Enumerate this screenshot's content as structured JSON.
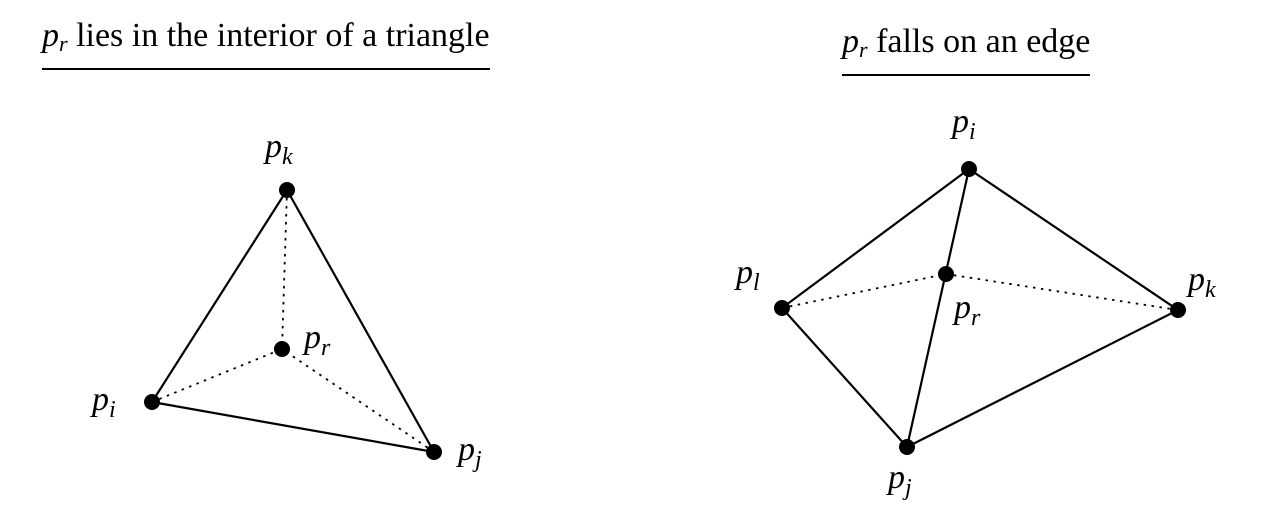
{
  "panels": [
    {
      "title": {
        "var_base": "p",
        "var_sub": "r",
        "text": " lies in the interior of a triangle"
      },
      "vertices": [
        {
          "id": "k",
          "base": "p",
          "sub": "k"
        },
        {
          "id": "r",
          "base": "p",
          "sub": "r"
        },
        {
          "id": "i",
          "base": "p",
          "sub": "i"
        },
        {
          "id": "j",
          "base": "p",
          "sub": "j"
        }
      ]
    },
    {
      "title": {
        "var_base": "p",
        "var_sub": "r",
        "text": " falls on an edge"
      },
      "vertices": [
        {
          "id": "i",
          "base": "p",
          "sub": "i"
        },
        {
          "id": "l",
          "base": "p",
          "sub": "l"
        },
        {
          "id": "r",
          "base": "p",
          "sub": "r"
        },
        {
          "id": "k",
          "base": "p",
          "sub": "k"
        },
        {
          "id": "j",
          "base": "p",
          "sub": "j"
        }
      ]
    }
  ]
}
